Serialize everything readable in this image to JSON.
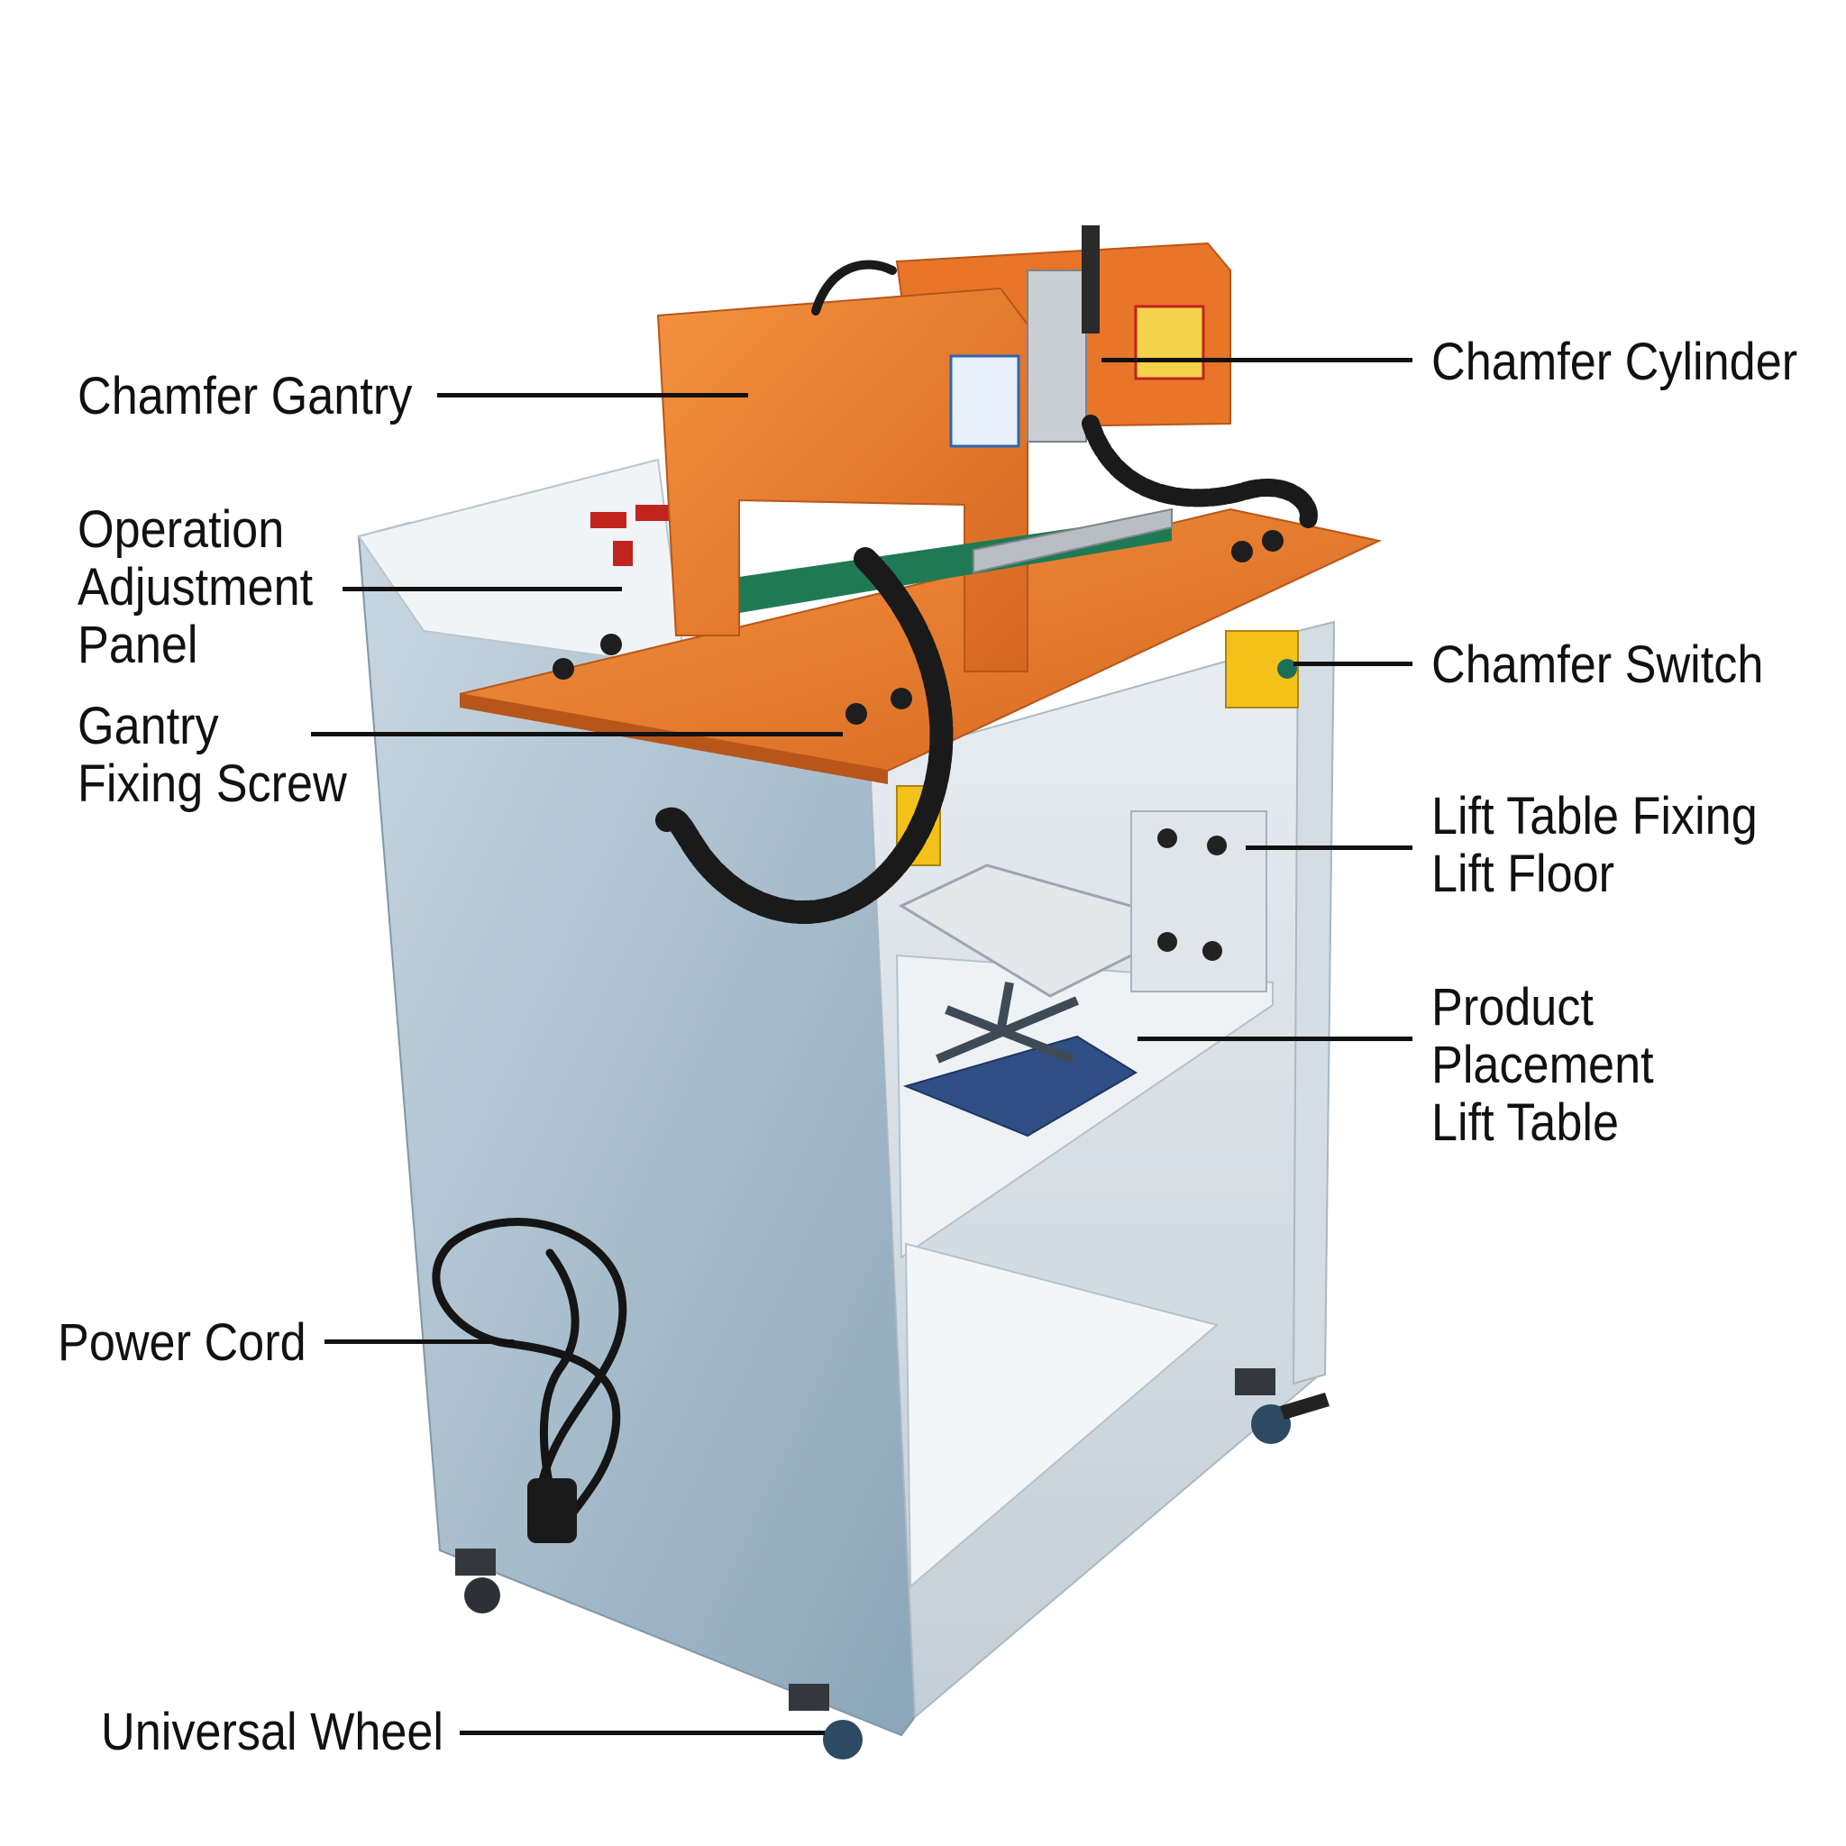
{
  "labels": {
    "chamfer_gantry": "Chamfer Gantry",
    "operation_panel": [
      "Operation",
      "Adjustment",
      "Panel"
    ],
    "gantry_fixing_screw": [
      "Gantry",
      "Fixing Screw"
    ],
    "power_cord": "Power Cord",
    "universal_wheel": "Universal Wheel",
    "chamfer_cylinder": "Chamfer Cylinder",
    "chamfer_switch": "Chamfer Switch",
    "lift_table_fixing": [
      "Lift Table Fixing",
      "Lift Floor"
    ],
    "product_placement": [
      "Product",
      "Placement",
      "Lift Table"
    ]
  },
  "colors": {
    "cabinet": "#9fb7c7",
    "cabinet_light": "#dbe4ea",
    "orange": "#e9772b",
    "orange_dark": "#c85d1a",
    "cable": "#1a1a1a",
    "switch_yellow": "#f2c21a",
    "lift_base": "#2f4f86"
  }
}
